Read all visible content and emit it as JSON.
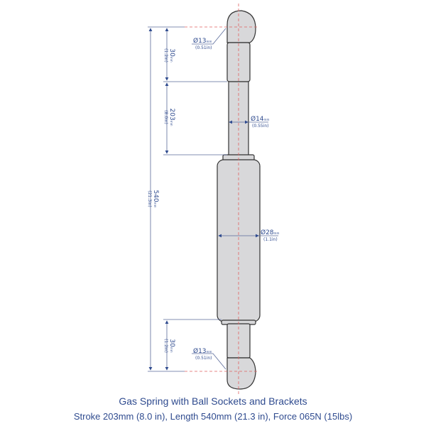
{
  "dimensions": {
    "top_fitting": {
      "value": "30",
      "unit": "mm",
      "imperial": "(1.2in)"
    },
    "stroke": {
      "value": "203",
      "unit": "mm",
      "imperial": "(8.0in)"
    },
    "overall": {
      "value": "540",
      "unit": "mm",
      "imperial": "(21.3in)"
    },
    "bottom_fitting": {
      "value": "30",
      "unit": "mm",
      "imperial": "(1.2in)"
    },
    "ball_top": {
      "value": "Ø13",
      "unit": "mm",
      "imperial": "(0.51in)"
    },
    "rod": {
      "value": "Ø14",
      "unit": "mm",
      "imperial": "(0.55in)"
    },
    "body": {
      "value": "Ø28",
      "unit": "mm",
      "imperial": "(1.1in)"
    },
    "ball_bottom": {
      "value": "Ø13",
      "unit": "mm",
      "imperial": "(0.51in)"
    }
  },
  "caption": {
    "title": "Gas Spring with Ball Sockets and Brackets",
    "specs": "Stroke 203mm (8.0 in), Length 540mm (21.3 in), Force 065N (15lbs)"
  },
  "colors": {
    "dimension": "#2f4b8f",
    "centerline": "#e06060",
    "part": "#d8d8da"
  }
}
